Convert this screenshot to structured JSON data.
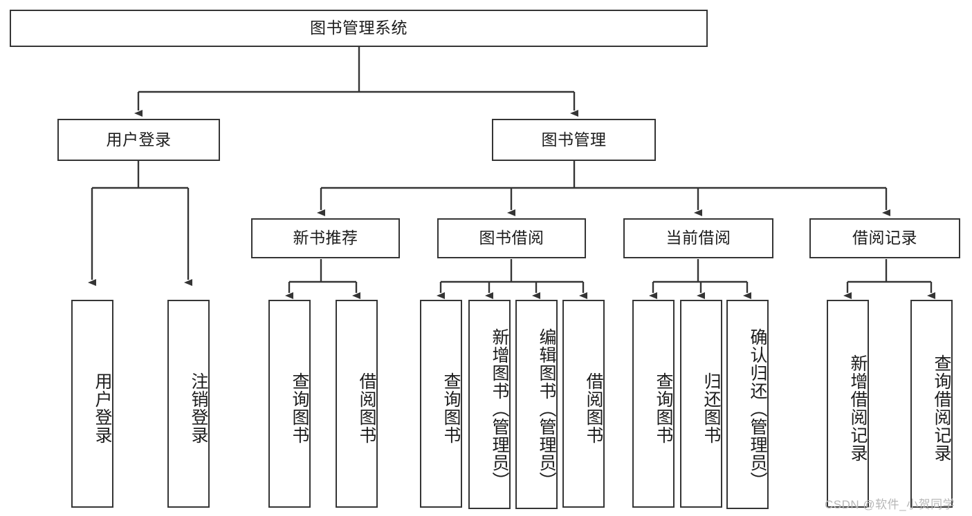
{
  "diagram": {
    "type": "tree-hierarchy",
    "title": "图书管理系统",
    "watermark": "CSDN @软件_小贺同学",
    "colors": {
      "stroke": "#353535",
      "fill": "#ffffff",
      "text": "#1c1c1c",
      "watermark": "#b7b7b7"
    },
    "nodes": {
      "root": {
        "label": "图书管理系统"
      },
      "level2": [
        {
          "id": "user-login",
          "label": "用户登录"
        },
        {
          "id": "book-manage",
          "label": "图书管理"
        }
      ],
      "level3": [
        {
          "id": "new-book-recommend",
          "label": "新书推荐"
        },
        {
          "id": "book-borrow",
          "label": "图书借阅"
        },
        {
          "id": "current-borrow",
          "label": "当前借阅"
        },
        {
          "id": "borrow-record",
          "label": "借阅记录"
        }
      ],
      "leaves": {
        "user_login": [
          {
            "id": "leaf-user-login",
            "label": "用户登录"
          },
          {
            "id": "leaf-logout-login",
            "label": "注销登录"
          }
        ],
        "new_book_recommend": [
          {
            "id": "leaf-query-book-1",
            "label": "查询图书"
          },
          {
            "id": "leaf-borrow-book-1",
            "label": "借阅图书"
          }
        ],
        "book_borrow": [
          {
            "id": "leaf-query-book-2",
            "label": "查询图书"
          },
          {
            "id": "leaf-add-book",
            "label": "新增图书（管理员）"
          },
          {
            "id": "leaf-edit-book",
            "label": "编辑图书（管理员）"
          },
          {
            "id": "leaf-borrow-book-2",
            "label": "借阅图书"
          }
        ],
        "current_borrow": [
          {
            "id": "leaf-query-book-3",
            "label": "查询图书"
          },
          {
            "id": "leaf-return-book",
            "label": "归还图书"
          },
          {
            "id": "leaf-confirm-return",
            "label": "确认归还（管理员）"
          }
        ],
        "borrow_record": [
          {
            "id": "leaf-add-record",
            "label": "新增借阅记录"
          },
          {
            "id": "leaf-query-record",
            "label": "查询借阅记录"
          }
        ]
      }
    }
  }
}
